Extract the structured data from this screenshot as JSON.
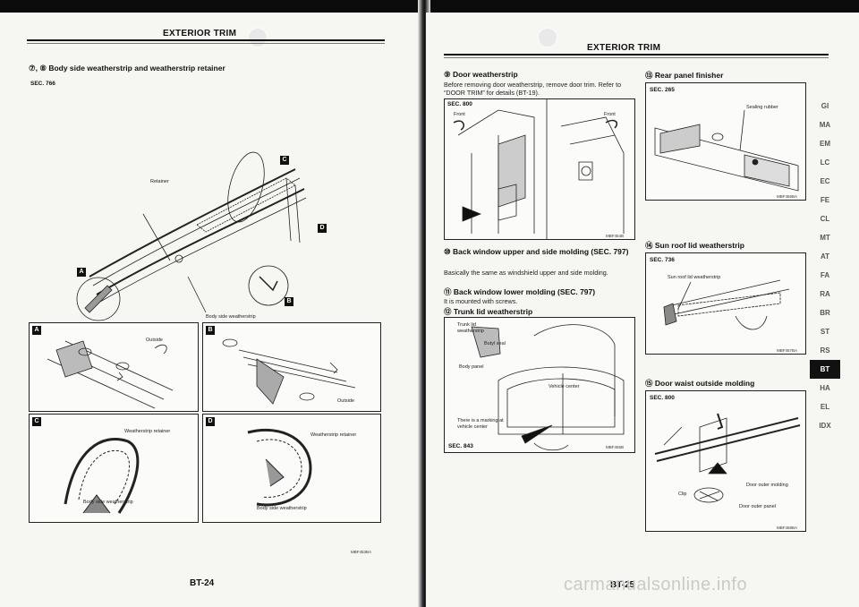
{
  "left": {
    "header": "EXTERIOR TRIM",
    "title": "⑦, ⑧ Body side weatherstrip and weatherstrip retainer",
    "sec": "SEC. 766",
    "labels": {
      "retainer": "Retainer",
      "body_side_ws": "Body side weatherstrip",
      "outside": "Outside",
      "outside2": "Outside",
      "ws_retainer": "Weatherstrip retainer",
      "body_side_ws2": "Body side weatherstrip",
      "ws_retainer2": "Weatherstrip retainer",
      "body_side_ws3": "Body side weatherstrip"
    },
    "callouts": {
      "a": "A",
      "b": "B",
      "c": "C",
      "d": "D"
    },
    "figcode": "MBF453BA",
    "page_number": "BT-24"
  },
  "right": {
    "header": "EXTERIOR TRIM",
    "door_ws": {
      "title": "⑨ Door weatherstrip",
      "text": "Before removing door weatherstrip, remove door trim. Refer to “DOOR TRIM” for details (BT-19).",
      "sec": "SEC. 800",
      "front1": "Front",
      "front2": "Front",
      "figcode": "MBF454B"
    },
    "back_window": {
      "title": "⑩ Back window upper and side molding (SEC. 797)",
      "text": "Basically the same as windshield upper and side molding.",
      "title2": "⑪ Back window lower molding (SEC. 797)",
      "text2": "It is mounted with screws.",
      "title3": "⑫ Trunk lid weatherstrip"
    },
    "trunk": {
      "labels": {
        "trunk_lid_ws": "Trunk lid weatherstrip",
        "butyl_seal": "Butyl seal",
        "body_panel": "Body panel",
        "vehicle_center": "Vehicle center",
        "marking": "There is a marking at vehicle center"
      },
      "sec": "SEC. 843",
      "figcode": "MBF455B"
    },
    "rear_panel": {
      "title": "⑬ Rear panel finisher",
      "sec": "SEC. 265",
      "sealing_rubber": "Sealing rubber",
      "figcode": "MBF456BA"
    },
    "sunroof": {
      "title": "⑭ Sun roof lid weatherstrip",
      "sec": "SEC. 736",
      "label": "Sun roof lid weatherstrip",
      "figcode": "MBF457BA"
    },
    "waist": {
      "title": "⑮ Door waist outside molding",
      "sec": "SEC. 800",
      "door_outer_molding": "Door outer molding",
      "clip": "Clip",
      "door_outer_panel": "Door outer panel",
      "figcode": "MBF458BA"
    },
    "page_number": "BT-25",
    "tabs": [
      "GI",
      "MA",
      "EM",
      "LC",
      "EC",
      "FE",
      "CL",
      "MT",
      "AT",
      "FA",
      "RA",
      "BR",
      "ST",
      "RS",
      "BT",
      "HA",
      "EL",
      "IDX"
    ],
    "active_tab": "BT"
  },
  "watermark": "carmanualsonline.info"
}
